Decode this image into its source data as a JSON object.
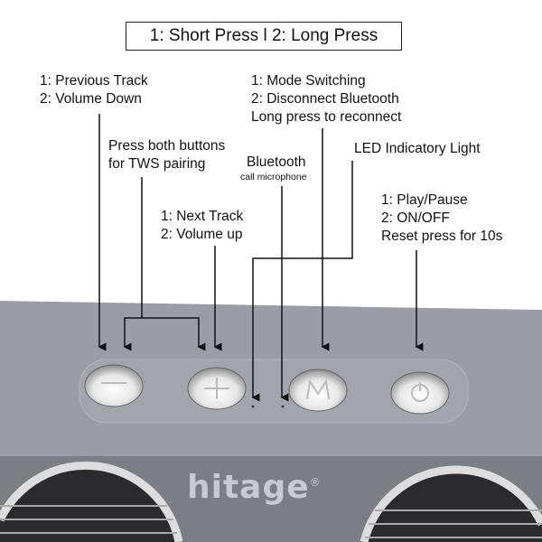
{
  "title": "1: Short Press l 2: Long Press",
  "labels": {
    "minus": [
      "1: Previous Track",
      "2: Volume Down"
    ],
    "tws": [
      "Press both buttons",
      "for TWS pairing"
    ],
    "plus": [
      "1: Next Track",
      "2: Volume up"
    ],
    "mic": [
      "Bluetooth",
      "call microphone"
    ],
    "mode": [
      "1: Mode Switching",
      "2: Disconnect Bluetooth",
      "Long press to reconnect"
    ],
    "led": [
      "LED Indicatory Light"
    ],
    "power": [
      "1: Play/Pause",
      "2: ON/OFF",
      "Reset press for 10s"
    ]
  },
  "brand": "hitage",
  "colors": {
    "top": "#9a9ca6",
    "front": "#7c7e86"
  }
}
